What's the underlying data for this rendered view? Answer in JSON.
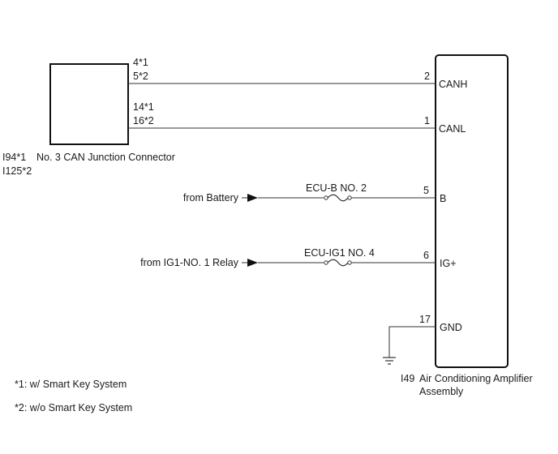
{
  "junction_connector": {
    "codes": [
      "I94*1",
      "I125*2"
    ],
    "name": "No. 3 CAN Junction Connector"
  },
  "amplifier": {
    "code": "I49",
    "name_line1": "Air Conditioning Amplifier",
    "name_line2": "Assembly"
  },
  "canh_wire": {
    "left_pins": [
      "4*1",
      "5*2"
    ],
    "right_pin": "2",
    "signal": "CANH"
  },
  "canl_wire": {
    "left_pins": [
      "14*1",
      "16*2"
    ],
    "right_pin": "1",
    "signal": "CANL"
  },
  "b_wire": {
    "source": "from Battery",
    "fuse": "ECU-B NO. 2",
    "pin": "5",
    "signal": "B"
  },
  "ig_wire": {
    "source": "from IG1-NO. 1 Relay",
    "fuse": "ECU-IG1 NO. 4",
    "pin": "6",
    "signal": "IG+"
  },
  "gnd_wire": {
    "pin": "17",
    "signal": "GND"
  },
  "footnotes": [
    "*1: w/ Smart Key System",
    "*2: w/o Smart Key System"
  ]
}
